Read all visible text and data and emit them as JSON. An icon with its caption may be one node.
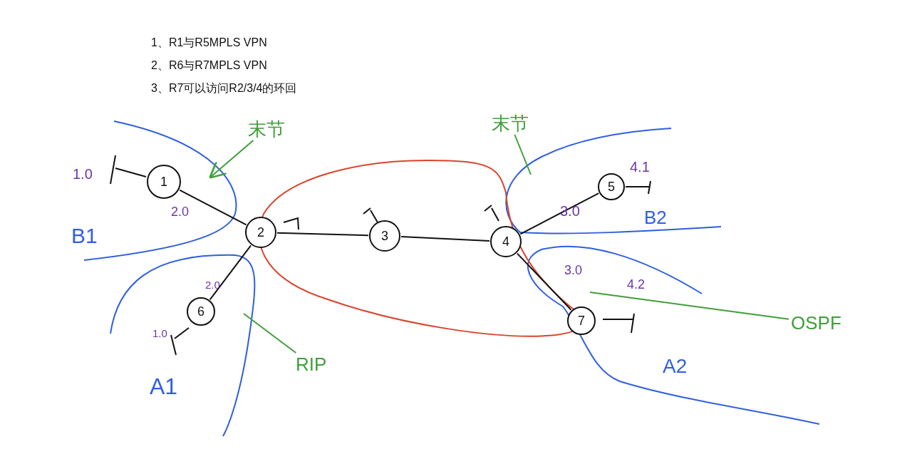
{
  "diagram": {
    "nodes": [
      {
        "text": [
          "1"
        ]
      },
      {
        "text": [
          "2"
        ]
      },
      {
        "text": [
          "3"
        ]
      },
      {
        "text": [
          "4"
        ]
      },
      {
        "text": [
          "5"
        ]
      },
      {
        "text": [
          "6"
        ]
      },
      {
        "text": [
          "7"
        ]
      },
      {
        "text": [
          "末节"
        ]
      },
      {
        "text": [
          "末节"
        ]
      },
      {
        "text": [
          "RIP"
        ]
      },
      {
        "text": [
          "OSPF"
        ]
      }
    ],
    "edges": [
      {
        "from": 0,
        "to": 1,
        "arrow": "none"
      },
      {
        "from": 1,
        "to": 2,
        "arrow": "none"
      },
      {
        "from": 2,
        "to": 3,
        "arrow": "none"
      },
      {
        "from": 3,
        "to": 4,
        "arrow": "none"
      },
      {
        "from": 3,
        "to": 6,
        "arrow": "none"
      },
      {
        "from": 1,
        "to": 5,
        "arrow": "none"
      },
      {
        "from": 7,
        "to": null,
        "arrow": "to",
        "color": "#3f9f3a"
      },
      {
        "from": 8,
        "to": null,
        "arrow": "none",
        "color": "#3f9f3a"
      },
      {
        "from": 9,
        "to": null,
        "arrow": "none",
        "color": "#3f9f3a"
      },
      {
        "from": 10,
        "to": null,
        "arrow": "none",
        "color": "#3f9f3a"
      }
    ],
    "labels": [
      "1、R1与R5MPLS VPN",
      "2、R6与R7MPLS VPN",
      "3、R7可以访问R2/3/4的环回",
      "1.0",
      "2.0",
      "B1",
      "2.0",
      "1.0",
      "A1",
      "3.0",
      "4.1",
      "B2",
      "3.0",
      "4.2",
      "A2"
    ]
  }
}
